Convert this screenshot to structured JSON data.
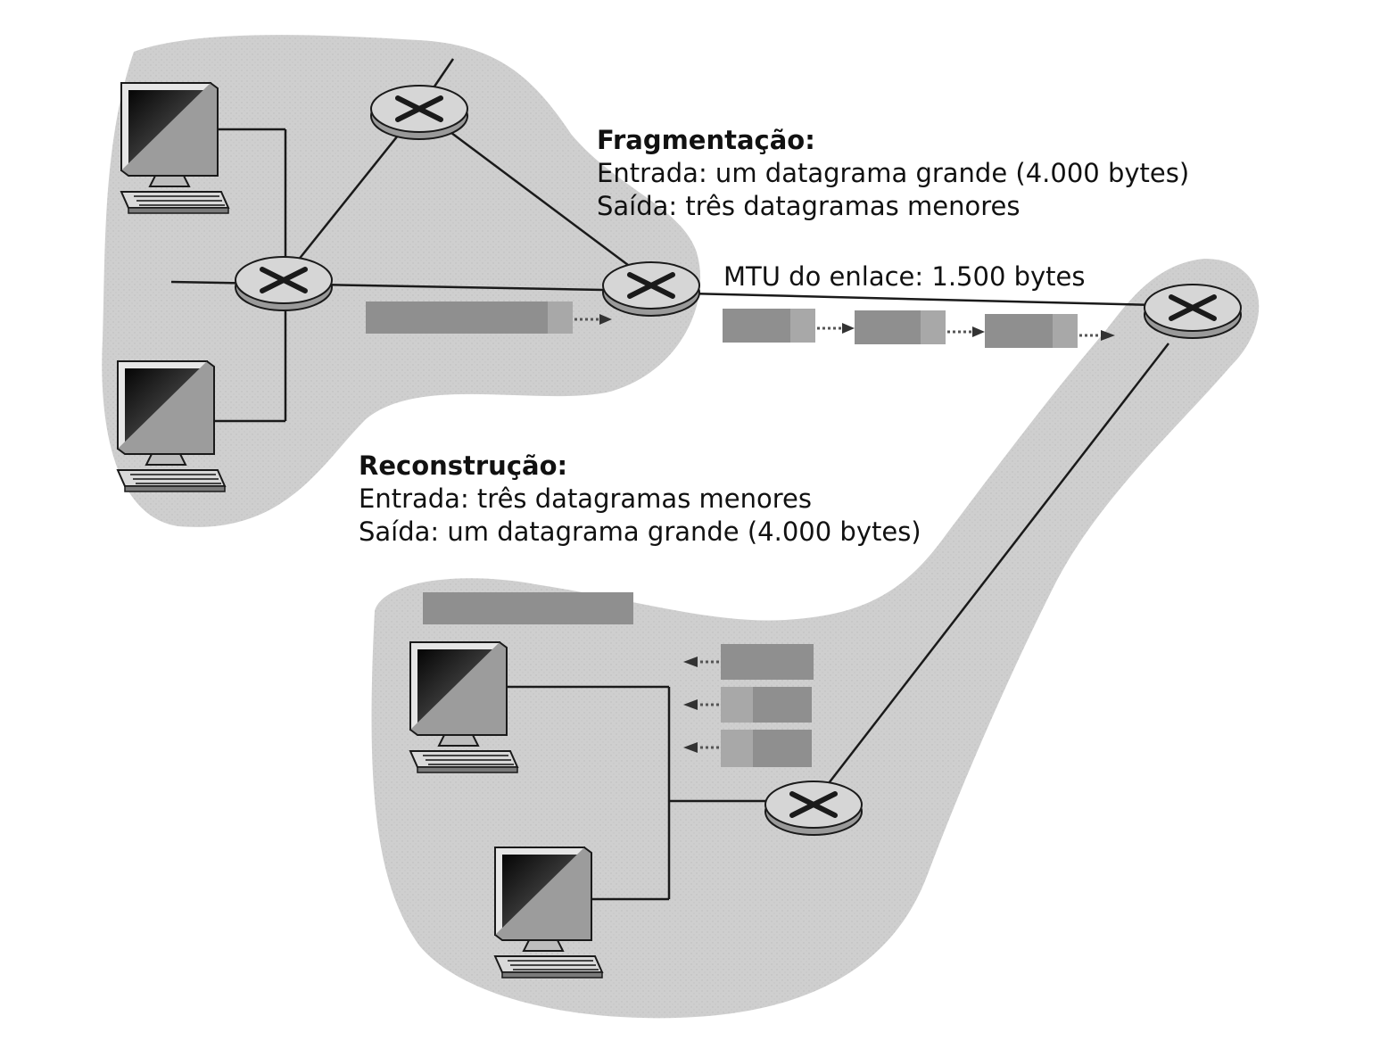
{
  "fragmentation": {
    "heading": "Fragmentação:",
    "input": "Entrada: um datagrama grande (4.000 bytes)",
    "output": "Saída: três datagramas menores"
  },
  "link": {
    "mtu": "MTU do enlace: 1.500 bytes"
  },
  "reassembly": {
    "heading": "Reconstrução:",
    "input": "Entrada: três datagramas menores",
    "output": "Saída: um datagrama grande (4.000 bytes)"
  },
  "colors": {
    "region_fill": "#cfcfcf",
    "packet_fill": "#8f8f8f",
    "router_fill": "#d6d6d6",
    "line": "#1a1a1a"
  },
  "icons": [
    "router-icon",
    "computer-icon",
    "datagram-block",
    "arrow-icon"
  ]
}
